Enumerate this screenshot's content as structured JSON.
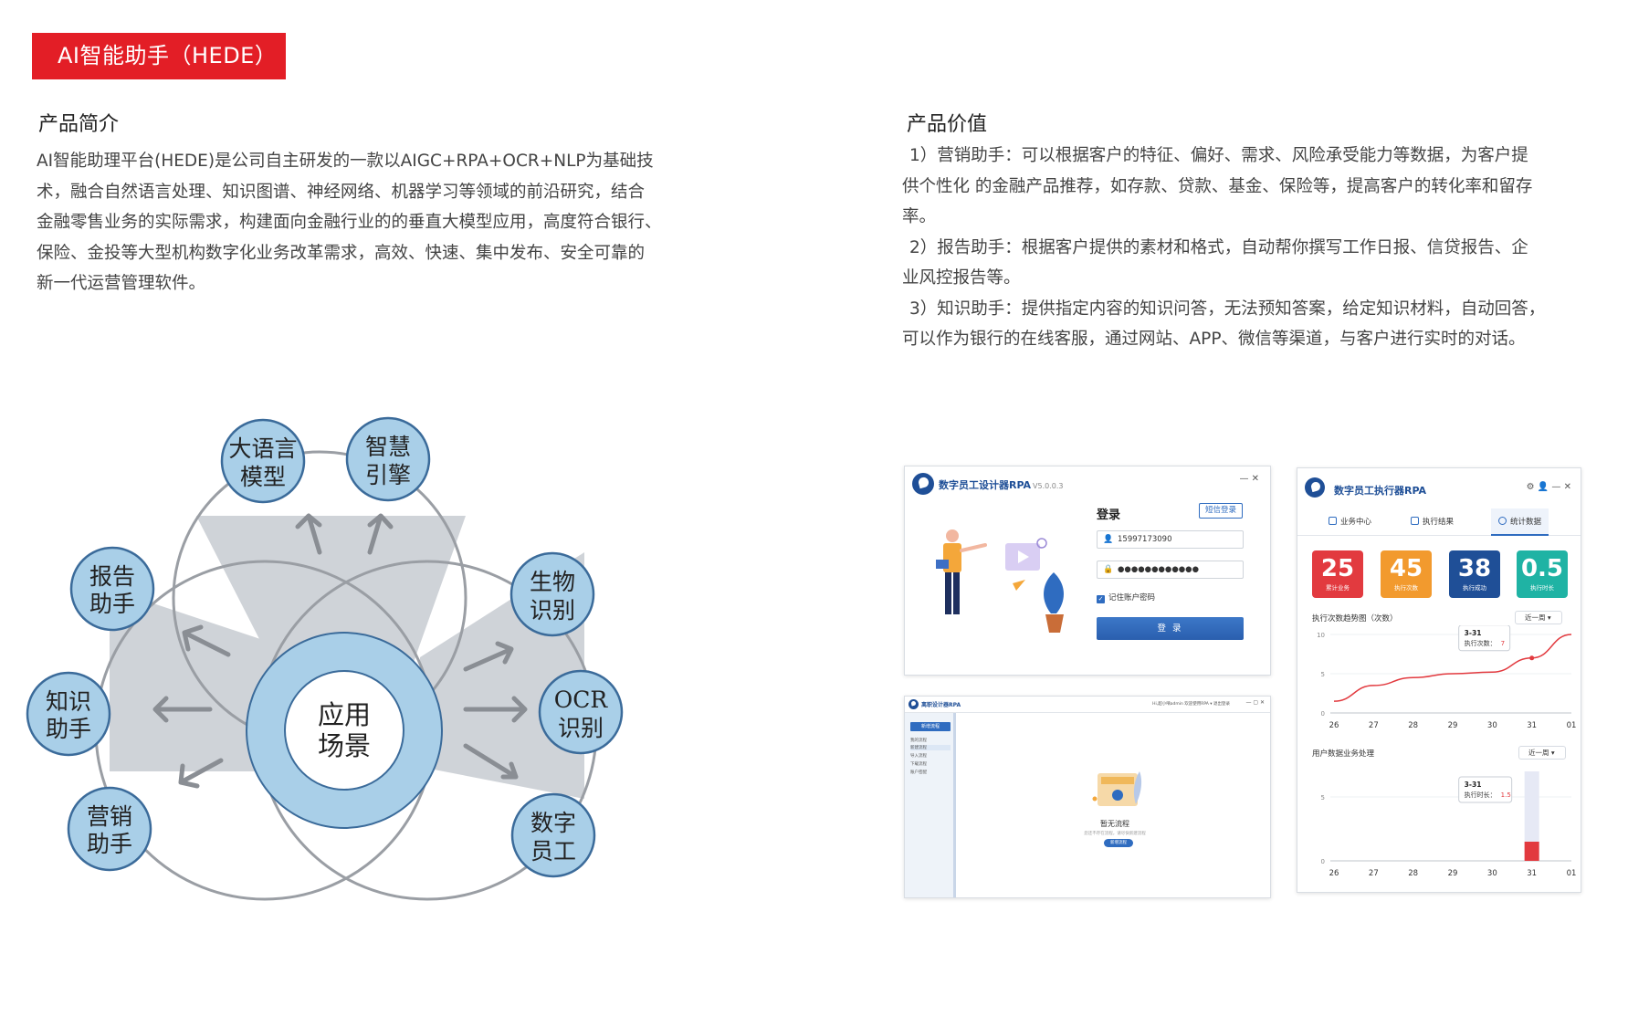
{
  "banner": {
    "title": "AI智能助手（HEDE）"
  },
  "intro": {
    "title": "产品简介",
    "lines": [
      "AI智能助理平台(HEDE)是公司自主研发的一款以AIGC+RPA+OCR+NLP为基础技",
      "术，融合自然语言处理、知识图谱、神经网络、机器学习等领域的前沿研究，结合",
      "金融零售业务的实际需求，构建面向金融行业的的垂直大模型应用，高度符合银行、",
      "保险、金投等大型机构数字化业务改革需求，高效、快速、集中发布、安全可靠的",
      "新一代运营管理软件。"
    ]
  },
  "value": {
    "title": "产品价值",
    "lines": [
      "1）营销助手：可以根据客户的特征、偏好、需求、风险承受能力等数据，为客户提",
      "供个性化  的金融产品推荐，如存款、贷款、基金、保险等，提高客户的转化率和留存",
      "率。",
      "2）报告助手：根据客户提供的素材和格式，自动帮你撰写工作日报、信贷报告、企",
      "业风控报告等。",
      "3）知识助手：提供指定内容的知识问答，无法预知答案，给定知识材料，自动回答，",
      "可以作为银行的在线客服，通过网站、APP、微信等渠道，与客户进行实时的对话。"
    ]
  },
  "diagram": {
    "center": [
      "应用",
      "场景"
    ],
    "nodes": [
      {
        "id": "llm",
        "lines": [
          "大语言",
          "模型"
        ]
      },
      {
        "id": "engine",
        "lines": [
          "智慧",
          "引擎"
        ]
      },
      {
        "id": "report",
        "lines": [
          "报告",
          "助手"
        ]
      },
      {
        "id": "knowledge",
        "lines": [
          "知识",
          "助手"
        ]
      },
      {
        "id": "marketing",
        "lines": [
          "营销",
          "助手"
        ]
      },
      {
        "id": "bio",
        "lines": [
          "生物",
          "识别"
        ]
      },
      {
        "id": "ocr",
        "lines": [
          "OCR",
          "识别"
        ]
      },
      {
        "id": "digital",
        "lines": [
          "数字",
          "员工"
        ]
      }
    ]
  },
  "login_app": {
    "title": "数字员工设计器RPA",
    "version": "V5.0.0.3",
    "controls": "—  ✕",
    "heading": "登录",
    "sms_login": "短信登录",
    "username": "15997173090",
    "password": "●●●●●●●●●●●●",
    "remember": "记住账户密码",
    "submit": "登 录"
  },
  "designer_app": {
    "title": "离职设计器RPA",
    "topbar_right": "Hi,超小嘀admin 欢迎使用RPA ▾  退出登录",
    "controls": "—  ▢  ✕",
    "new_flow": "新增流程",
    "side_items": [
      "我的流程",
      "新建流程",
      "导入流程",
      "下载流程",
      "账户密配"
    ],
    "empty_title": "暂无流程",
    "empty_sub": "您还不存在流程，请尽快新建流程",
    "empty_btn": "新增流程"
  },
  "executor_app": {
    "title": "数字员工执行器RPA",
    "controls": "⚙  👤  —  ✕",
    "tabs": [
      "业务中心",
      "执行结果",
      "统计数据"
    ],
    "stats": [
      {
        "value": "25",
        "label": "累计业务",
        "color": "#e23a3f"
      },
      {
        "value": "45",
        "label": "执行次数",
        "color": "#f29a2e"
      },
      {
        "value": "38",
        "label": "执行成功",
        "color": "#1f4f97"
      },
      {
        "value": "0.5",
        "label": "执行时长",
        "color": "#1fb3a4"
      }
    ],
    "period_label": "近一周",
    "chart1_title": "执行次数趋势图（次数）",
    "chart1_tooltip_date": "3-31",
    "chart1_tooltip_label": "执行次数：",
    "chart1_tooltip_value": "7",
    "chart2_title": "用户数据业务处理",
    "chart2_tooltip_date": "3-31",
    "chart2_tooltip_label": "执行时长：",
    "chart2_tooltip_value": "1.5"
  },
  "chart_data": [
    {
      "type": "line",
      "title": "执行次数趋势图（次数）",
      "x": [
        "26",
        "27",
        "28",
        "29",
        "30",
        "31",
        "01"
      ],
      "y": [
        1.5,
        3.5,
        4.5,
        5,
        5.2,
        7,
        10
      ],
      "yticks": [
        0,
        5,
        10
      ],
      "ylim": [
        0,
        10
      ],
      "color": "#e23a3f"
    },
    {
      "type": "bar",
      "title": "用户数据业务处理",
      "categories": [
        "26",
        "27",
        "28",
        "29",
        "30",
        "31",
        "01"
      ],
      "values": [
        0,
        0,
        0,
        0,
        0,
        1.5,
        0
      ],
      "yticks": [
        0,
        5
      ],
      "ylim": [
        0,
        7
      ],
      "color": "#e23a3f"
    }
  ]
}
